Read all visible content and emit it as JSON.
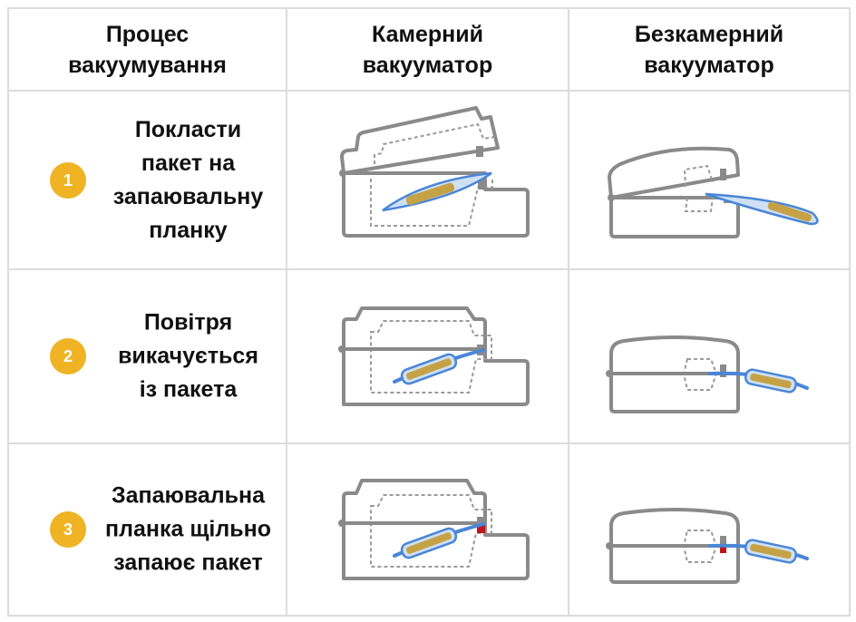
{
  "headers": [
    "Процес\nвакуумування",
    "Камерний\nвакууматор",
    "Безкамерний\nвакууматор"
  ],
  "steps": [
    {
      "number": "1",
      "text": "Покласти\nпакет на\nзапаювальну\nпланку"
    },
    {
      "number": "2",
      "text": "Повітря\nвикачується\nіз пакета"
    },
    {
      "number": "3",
      "text": "Запаювальна\nпланка щільно\nзапаює пакет"
    }
  ],
  "colors": {
    "badge": "#f0b323",
    "bag": "#4a86d6",
    "seal_hot": "#c0141c",
    "device": "#8a8a8a"
  }
}
